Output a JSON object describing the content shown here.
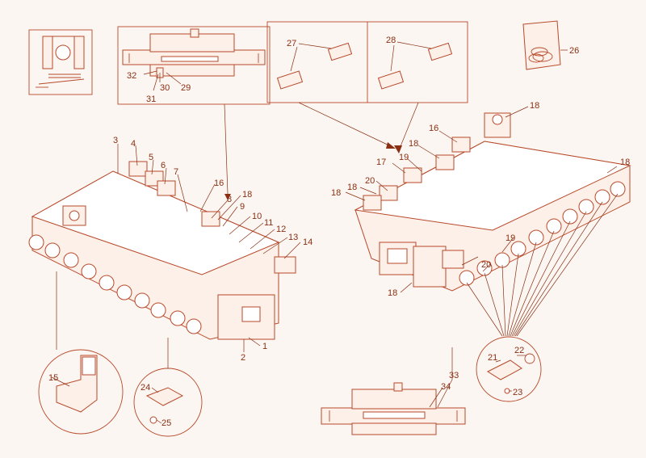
{
  "colors": {
    "line": "#b8492a",
    "text": "#8a2f12",
    "fill": "#fdf0e8",
    "paper": "#fbf6f2"
  },
  "callouts": {
    "c1": "1",
    "c2": "2",
    "c3": "3",
    "c4": "4",
    "c5": "5",
    "c6": "6",
    "c7": "7",
    "c8": "8",
    "c9": "9",
    "c10": "10",
    "c11": "11",
    "c12": "12",
    "c13": "13",
    "c14": "14",
    "c15": "15",
    "c16a": "16",
    "c16b": "16",
    "c17": "17",
    "c18a": "18",
    "c18b": "18",
    "c18c": "18",
    "c18d": "18",
    "c18e": "18",
    "c18f": "18",
    "c18g": "18",
    "c19a": "19",
    "c19b": "19",
    "c20a": "20",
    "c20b": "20",
    "c21": "21",
    "c22": "22",
    "c23": "23",
    "c24": "24",
    "c25": "25",
    "c26": "26",
    "c27": "27",
    "c28": "28",
    "c29": "29",
    "c30": "30",
    "c31": "31",
    "c32": "32",
    "c33": "33",
    "c34": "34"
  }
}
